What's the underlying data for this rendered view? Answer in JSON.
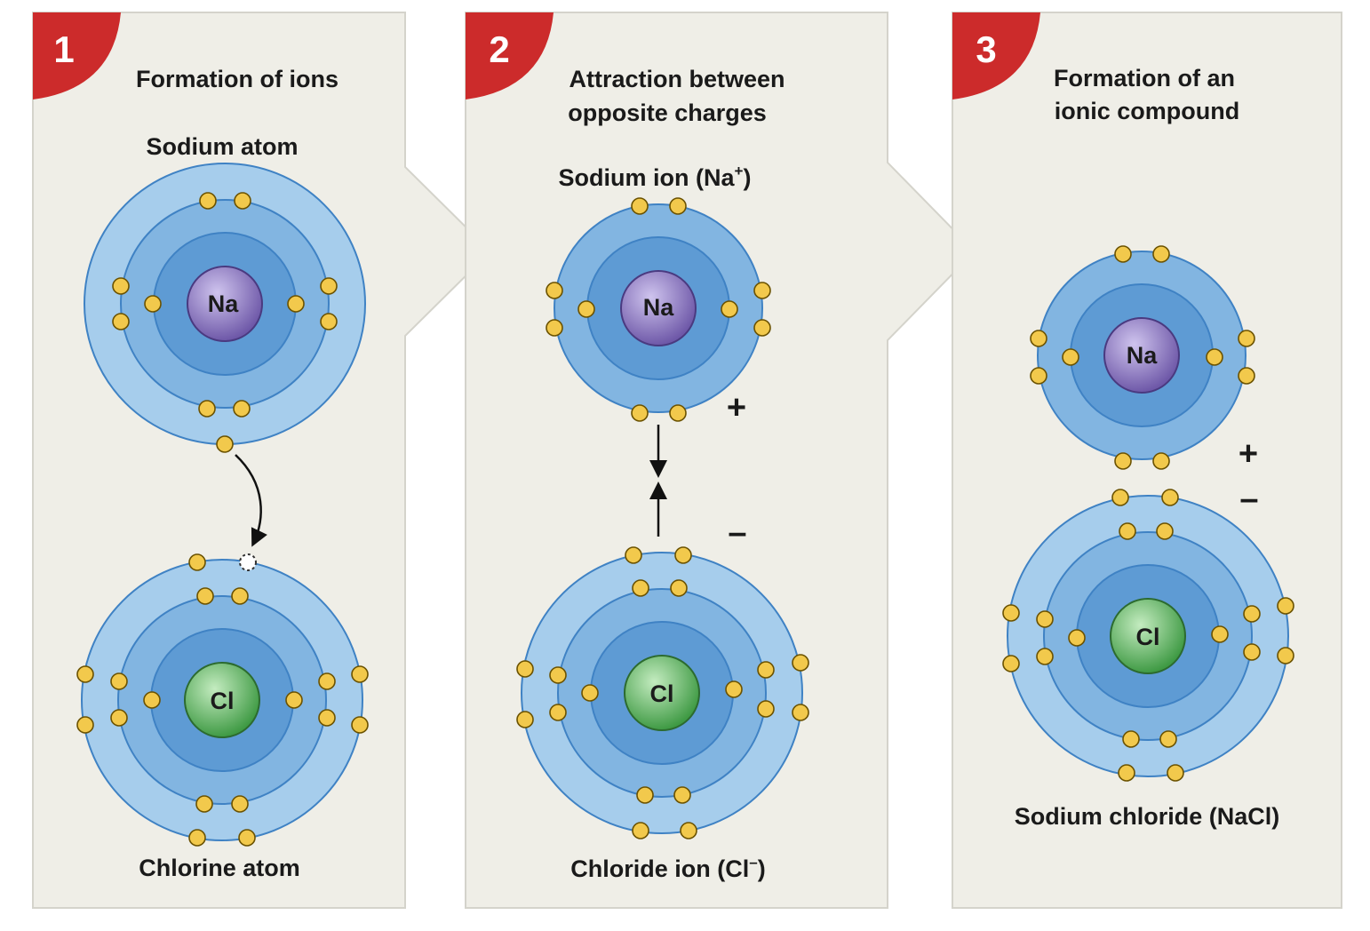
{
  "colors": {
    "panel_bg": "#efeee7",
    "panel_border": "#d4d3cb",
    "badge": "#cc2b2b",
    "outer_shell": "#a6cdec",
    "mid_shell": "#82b5e1",
    "inner_shell": "#5e9bd4",
    "shell_line": "#3f82c4",
    "electron": "#f2c94c",
    "electron_stroke": "#6b5200",
    "na_nucleus": "#8c78c2",
    "cl_nucleus": "#5fb45f"
  },
  "panels": [
    {
      "number": "1",
      "title_lines": [
        "Formation of ions"
      ],
      "top_label": "Sodium atom",
      "bottom_label": "Chlorine atom",
      "top_nucleus": "Na",
      "bottom_nucleus": "Cl"
    },
    {
      "number": "2",
      "title_lines": [
        "Attraction between",
        "opposite charges"
      ],
      "top_label_parts": [
        "Sodium ion (Na",
        "+",
        ")"
      ],
      "bottom_label_parts": [
        "Chloride ion (Cl",
        "–",
        ")"
      ],
      "top_nucleus": "Na",
      "bottom_nucleus": "Cl",
      "plus_sign": "+",
      "minus_sign": "–"
    },
    {
      "number": "3",
      "title_lines": [
        "Formation of an",
        "ionic compound"
      ],
      "bottom_label": "Sodium chloride (NaCl)",
      "top_nucleus": "Na",
      "bottom_nucleus": "Cl",
      "plus_sign": "+",
      "minus_sign": "–"
    }
  ]
}
